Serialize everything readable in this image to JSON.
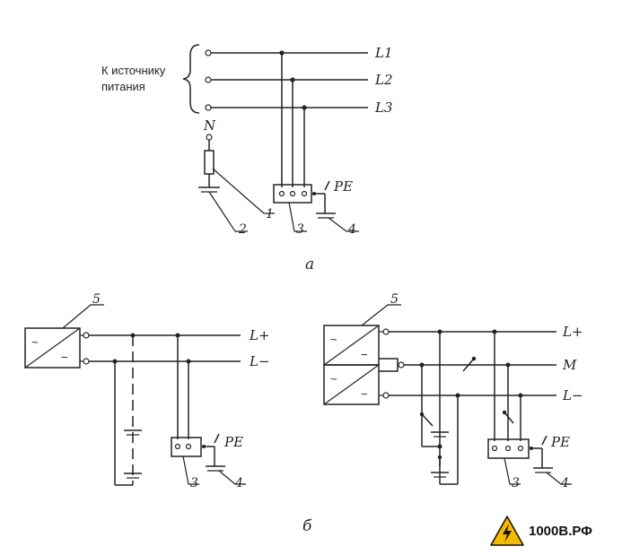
{
  "diagram_a": {
    "source_label_line1": "К источнику",
    "source_label_line2": "питания",
    "phases": [
      "L1",
      "L2",
      "L3"
    ],
    "neutral": "N",
    "pe": "PE",
    "callouts": [
      "1",
      "2",
      "3",
      "4"
    ],
    "caption": "а"
  },
  "diagram_b_left": {
    "lines": [
      "L+",
      "L−"
    ],
    "pe": "PE",
    "callouts": [
      "3",
      "4",
      "5"
    ],
    "source_symbols": [
      "~",
      "−"
    ]
  },
  "diagram_b_right": {
    "lines": [
      "L+",
      "M",
      "L−"
    ],
    "pe": "PE",
    "callouts": [
      "3",
      "4",
      "5"
    ],
    "source_symbols": [
      "~",
      "−",
      "~",
      "−"
    ]
  },
  "caption_b": "б",
  "brand": {
    "text": "1000В.РФ",
    "icon": "high-voltage-warning-icon",
    "colors": {
      "triangle": "#f5b800",
      "bolt": "#111111"
    }
  }
}
